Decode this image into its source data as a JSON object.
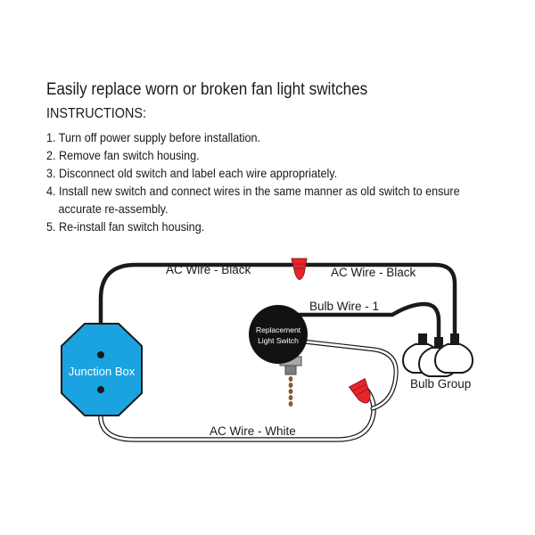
{
  "headline": "Easily replace worn or broken fan light switches",
  "instructions": {
    "title": "INSTRUCTIONS:",
    "steps": [
      {
        "num": "1.",
        "line1": "Turn off power supply before installation.",
        "line2": ""
      },
      {
        "num": "2.",
        "line1": "Remove fan switch housing.",
        "line2": ""
      },
      {
        "num": "3.",
        "line1": "Disconnect old switch and label each wire appropriately.",
        "line2": ""
      },
      {
        "num": "4.",
        "line1": "Install new switch and connect wires in the same manner as old switch to ensure",
        "line2": "accurate re-assembly."
      },
      {
        "num": "5.",
        "line1": "Re-install fan switch housing.",
        "line2": ""
      }
    ]
  },
  "diagram": {
    "junction_box": {
      "label": "Junction Box",
      "color": "#1aa3e0",
      "stroke": "#1a1a1a"
    },
    "switch": {
      "label_line1": "Replacement",
      "label_line2": "Light Switch",
      "color": "#111111"
    },
    "bulb_group": {
      "label": "Bulb Group"
    },
    "wires": {
      "ac_black_left": "AC Wire - Black",
      "ac_black_right": "AC Wire - Black",
      "bulb_wire": "Bulb Wire - 1",
      "ac_white": "AC Wire - White"
    },
    "connector_color": "#e8252b",
    "pull_chain_color": "#8a5a2b"
  }
}
